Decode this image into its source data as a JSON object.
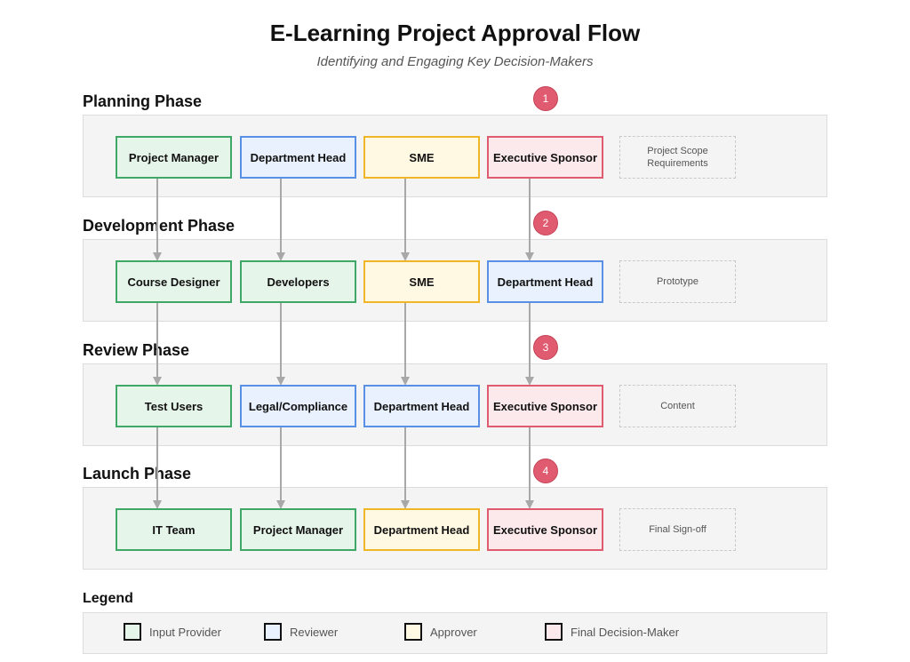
{
  "header": {
    "title": "E-Learning Project Approval Flow",
    "subtitle": "Identifying and Engaging Key Decision-Makers"
  },
  "phases": [
    {
      "title": "Planning Phase",
      "step": "1",
      "roles": [
        {
          "label": "Project Manager",
          "type": "input"
        },
        {
          "label": "Department Head",
          "type": "reviewer"
        },
        {
          "label": "SME",
          "type": "approver"
        },
        {
          "label": "Executive Sponsor",
          "type": "final"
        }
      ],
      "deliverable": "Project Scope\nRequirements"
    },
    {
      "title": "Development Phase",
      "step": "2",
      "roles": [
        {
          "label": "Course Designer",
          "type": "input"
        },
        {
          "label": "Developers",
          "type": "input"
        },
        {
          "label": "SME",
          "type": "approver"
        },
        {
          "label": "Department Head",
          "type": "reviewer"
        }
      ],
      "deliverable": "Prototype"
    },
    {
      "title": "Review Phase",
      "step": "3",
      "roles": [
        {
          "label": "Test Users",
          "type": "input"
        },
        {
          "label": "Legal/Compliance",
          "type": "reviewer"
        },
        {
          "label": "Department Head",
          "type": "reviewer"
        },
        {
          "label": "Executive Sponsor",
          "type": "final"
        }
      ],
      "deliverable": "Content"
    },
    {
      "title": "Launch Phase",
      "step": "4",
      "roles": [
        {
          "label": "IT Team",
          "type": "input"
        },
        {
          "label": "Project Manager",
          "type": "input"
        },
        {
          "label": "Department Head",
          "type": "approver"
        },
        {
          "label": "Executive Sponsor",
          "type": "final"
        }
      ],
      "deliverable": "Final Sign-off"
    }
  ],
  "legend": {
    "title": "Legend",
    "items": [
      {
        "label": "Input Provider",
        "type": "input"
      },
      {
        "label": "Reviewer",
        "type": "reviewer"
      },
      {
        "label": "Approver",
        "type": "approver"
      },
      {
        "label": "Final Decision-Maker",
        "type": "final"
      }
    ]
  },
  "colors": {
    "input": "#3fa866",
    "reviewer": "#5a8fe6",
    "approver": "#f1b625",
    "final": "#e05b70",
    "arrow": "#a8a8a8"
  }
}
